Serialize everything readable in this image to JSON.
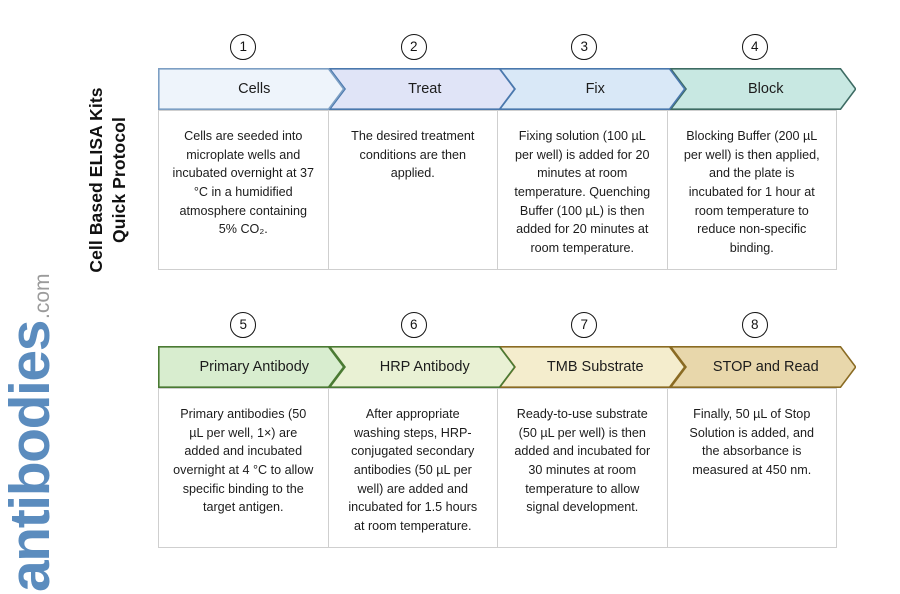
{
  "title": {
    "line1": "Cell Based ELISA Kits",
    "line2": "Quick Protocol"
  },
  "logo": {
    "name": "antibodies",
    "suffix": ".com",
    "color": "#5b8cbe",
    "suffix_color": "#9b9b9b"
  },
  "diagram": {
    "type": "process-flow-chevron",
    "rows": [
      {
        "steps": [
          {
            "number": "1",
            "label": "Cells",
            "body": "Cells are seeded into microplate wells and incubated overnight at 37 °C in a humidified atmosphere containing 5% CO₂.",
            "fill": "#eef4fb",
            "stroke": "#7d9fc4"
          },
          {
            "number": "2",
            "label": "Treat",
            "body": "The desired treatment conditions are then applied.",
            "fill": "#e0e4f7",
            "stroke": "#4a78ad"
          },
          {
            "number": "3",
            "label": "Fix",
            "body": "Fixing solution (100 µL per well) is added for 20 minutes at room temperature. Quenching Buffer (100 µL) is then added for 20 minutes at room temperature.",
            "fill": "#d9e8f7",
            "stroke": "#4a78ad"
          },
          {
            "number": "4",
            "label": "Block",
            "body": "Blocking Buffer (200 µL per well) is then applied, and the plate is incubated for 1 hour at room temperature to reduce non-specific binding.",
            "fill": "#c8e8e2",
            "stroke": "#3d6b63"
          }
        ]
      },
      {
        "steps": [
          {
            "number": "5",
            "label": "Primary Antibody",
            "body": "Primary antibodies (50 µL per well, 1×) are added and incubated overnight at 4 °C to allow specific binding to the target antigen.",
            "fill": "#d8edcf",
            "stroke": "#4a7a33"
          },
          {
            "number": "6",
            "label": "HRP Antibody",
            "body": "After appropriate washing steps, HRP-conjugated secondary antibodies (50 µL per well) are added and incubated for 1.5 hours at room temperature.",
            "fill": "#e9f1d4",
            "stroke": "#4a7a33"
          },
          {
            "number": "7",
            "label": "TMB Substrate",
            "body": "Ready-to-use substrate (50 µL per well) is then added and incubated for 30 minutes at room temperature to allow signal development.",
            "fill": "#f4edcd",
            "stroke": "#8a6b23"
          },
          {
            "number": "8",
            "label": "STOP and Read",
            "body": "Finally, 50 µL of Stop Solution is added, and the absorbance is measured at 450 nm.",
            "fill": "#e8d7ab",
            "stroke": "#8a6b23"
          }
        ]
      }
    ]
  }
}
